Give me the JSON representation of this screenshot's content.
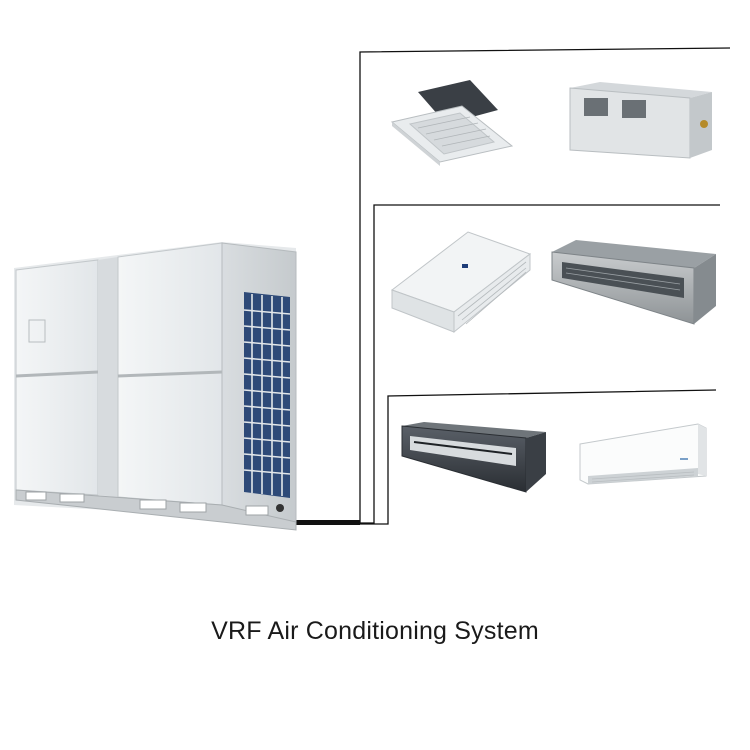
{
  "caption": "VRF Air Conditioning System",
  "units": {
    "outdoor": "outdoor-vrf-unit",
    "branch_1": [
      "four-way-cassette-unit",
      "high-static-ducted-unit"
    ],
    "branch_2": [
      "ceiling-floor-console-unit",
      "slim-ducted-unit"
    ],
    "branch_3": [
      "low-profile-ducted-unit",
      "wall-mounted-split-unit"
    ]
  },
  "colors": {
    "line": "#111111",
    "panel": "#eceff1",
    "coil": "#2e4a78",
    "caption": "#1a1a1a"
  }
}
